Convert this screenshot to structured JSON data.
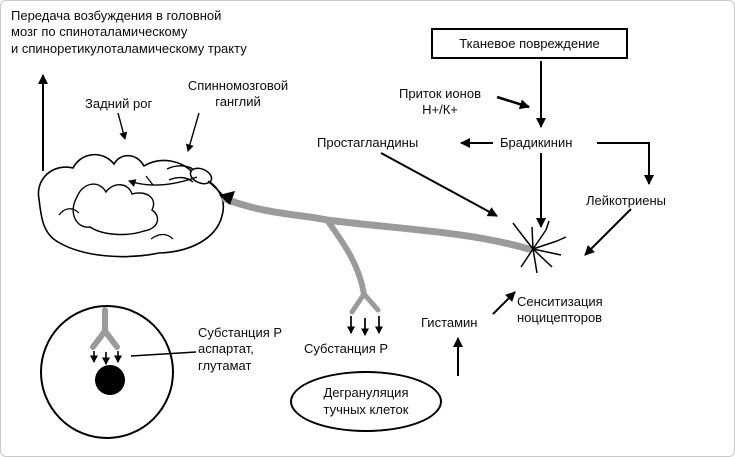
{
  "colors": {
    "fiber": "#9b9b9b",
    "ink": "#000000",
    "frame": "#c9c9c9",
    "background": "#ffffff"
  },
  "labels": {
    "title": "Передача возбуждения в головной\nмозг по спиноталамическому\nи спиноретикулоталамическому тракту",
    "dorsal_horn": "Задний рог",
    "spinal_ganglion": "Спинномозговой\nганглий",
    "tissue_damage": "Тканевое повреждение",
    "ion_influx": "Приток ионов\nН+/К+",
    "prostaglandins": "Простагландины",
    "bradykinin": "Брадикинин",
    "leukotrienes": "Лейкотриены",
    "sensitization": "Сенситизация\nноцицепторов",
    "histamine": "Гистамин",
    "substance_p_terminal": "Субстанция Р",
    "substance_p_synapse": "Субстанция Р\nаспартат,\nглутамат",
    "mast_cell_degranulation": "Дегрануляция\nтучных клеток"
  }
}
